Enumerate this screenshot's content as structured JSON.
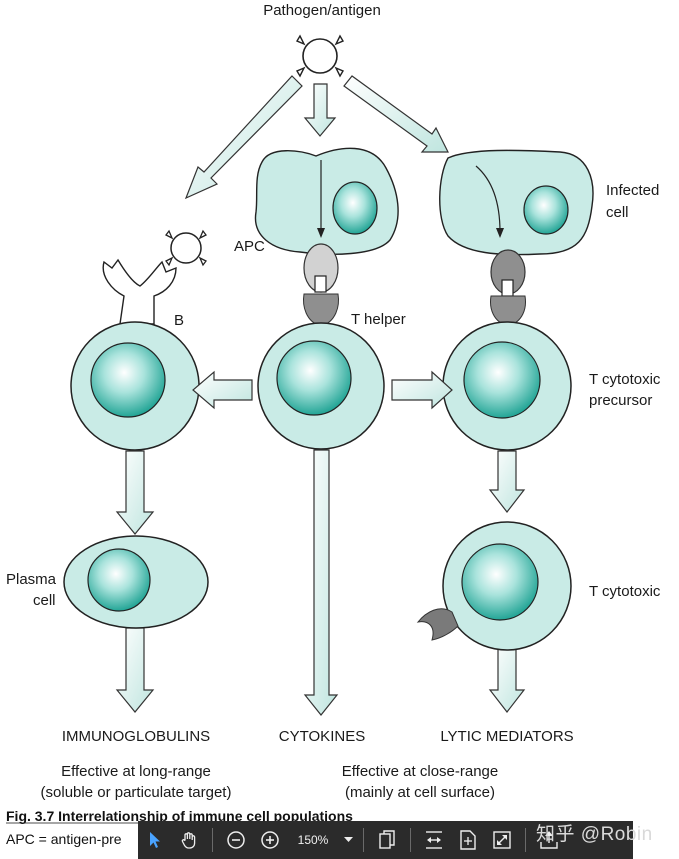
{
  "diagram": {
    "title_top": "Pathogen/antigen",
    "apc": "APC",
    "infected_cell_line1": "Infected",
    "infected_cell_line2": "cell",
    "b": "B",
    "t_helper": "T helper",
    "t_cytotoxic_precursor_line1": "T cytotoxic",
    "t_cytotoxic_precursor_line2": "precursor",
    "plasma_cell_line1": "Plasma",
    "plasma_cell_line2": "cell",
    "t_cytotoxic": "T cytotoxic",
    "immunoglobulins": "IMMUNOGLOBULINS",
    "cytokines": "CYTOKINES",
    "lytic_mediators": "LYTIC MEDIATORS",
    "effective_long_line1": "Effective at long-range",
    "effective_long_line2": "(soluble or particulate target)",
    "effective_close_line1": "Effective at close-range",
    "effective_close_line2": "(mainly at cell surface)",
    "colors": {
      "cell_fill": "#c9ebe6",
      "nucleus": "#3aa89e",
      "outline": "#1a1a1a",
      "receptor": "#8c8c8c"
    }
  },
  "caption": {
    "title": "Fig. 3.7  Interrelationship of immune cell populations",
    "subtitle": "APC = antigen-pre"
  },
  "toolbar": {
    "zoom_value": "150%",
    "icons": [
      "select-pointer-icon",
      "hand-pan-icon",
      "zoom-out-icon",
      "zoom-in-icon",
      "zoom-dropdown-icon",
      "page-view-icon",
      "fit-width-icon",
      "fit-page-icon",
      "fullscreen-icon",
      "share-upload-icon"
    ]
  },
  "watermark": "知乎 @Robin"
}
